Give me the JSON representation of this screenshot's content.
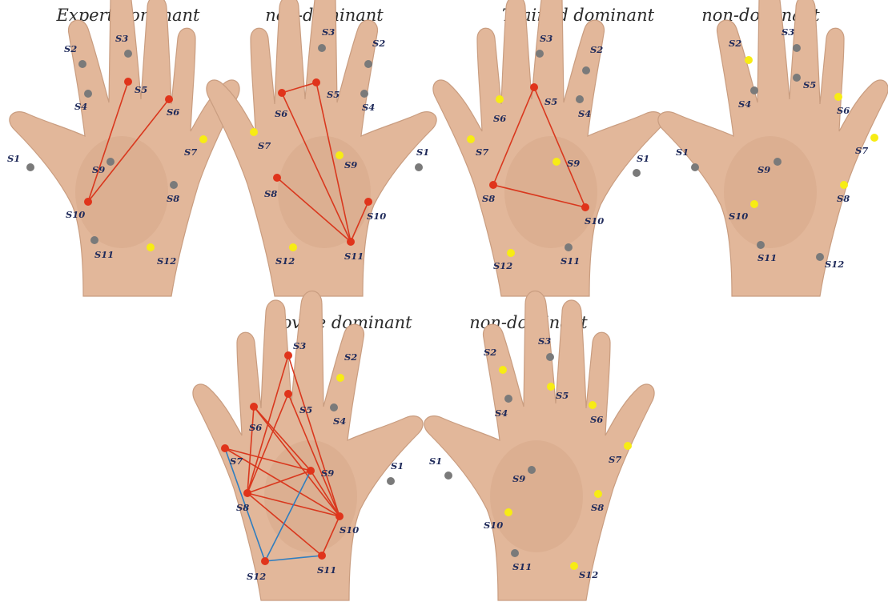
{
  "colors": {
    "active_sensor": "#e0341b",
    "inactive_sensor": "#7a7a7a",
    "highlight_sensor": "#f7ec14",
    "connection_red": "#d9381e",
    "connection_blue": "#2f7ec0",
    "label_text": "#1f2a5a"
  },
  "panels": [
    {
      "title": "Expert dominant",
      "sensors": [
        {
          "id": "S1",
          "state": "gray"
        },
        {
          "id": "S2",
          "state": "gray"
        },
        {
          "id": "S3",
          "state": "gray"
        },
        {
          "id": "S4",
          "state": "gray"
        },
        {
          "id": "S5",
          "state": "red"
        },
        {
          "id": "S6",
          "state": "red"
        },
        {
          "id": "S7",
          "state": "yellow"
        },
        {
          "id": "S8",
          "state": "gray"
        },
        {
          "id": "S9",
          "state": "gray"
        },
        {
          "id": "S10",
          "state": "red"
        },
        {
          "id": "S11",
          "state": "gray"
        },
        {
          "id": "S12",
          "state": "yellow"
        }
      ],
      "connections": [
        [
          "S10",
          "S5",
          "red"
        ],
        [
          "S10",
          "S6",
          "red"
        ]
      ]
    },
    {
      "title": "non-dominant",
      "sensors": [
        {
          "id": "S1",
          "state": "gray"
        },
        {
          "id": "S2",
          "state": "gray"
        },
        {
          "id": "S3",
          "state": "gray"
        },
        {
          "id": "S4",
          "state": "gray"
        },
        {
          "id": "S5",
          "state": "red"
        },
        {
          "id": "S6",
          "state": "red"
        },
        {
          "id": "S7",
          "state": "yellow"
        },
        {
          "id": "S8",
          "state": "red"
        },
        {
          "id": "S9",
          "state": "yellow"
        },
        {
          "id": "S10",
          "state": "red"
        },
        {
          "id": "S11",
          "state": "red"
        },
        {
          "id": "S12",
          "state": "yellow"
        }
      ],
      "connections": [
        [
          "S6",
          "S5",
          "red"
        ],
        [
          "S6",
          "S11",
          "red"
        ],
        [
          "S5",
          "S11",
          "red"
        ],
        [
          "S8",
          "S11",
          "red"
        ],
        [
          "S10",
          "S11",
          "red"
        ]
      ]
    },
    {
      "title": "Trained dominant",
      "sensors": [
        {
          "id": "S1",
          "state": "gray"
        },
        {
          "id": "S2",
          "state": "gray"
        },
        {
          "id": "S3",
          "state": "gray"
        },
        {
          "id": "S4",
          "state": "gray"
        },
        {
          "id": "S5",
          "state": "red"
        },
        {
          "id": "S6",
          "state": "yellow"
        },
        {
          "id": "S7",
          "state": "yellow"
        },
        {
          "id": "S8",
          "state": "red"
        },
        {
          "id": "S9",
          "state": "yellow"
        },
        {
          "id": "S10",
          "state": "red"
        },
        {
          "id": "S11",
          "state": "gray"
        },
        {
          "id": "S12",
          "state": "yellow"
        }
      ],
      "connections": [
        [
          "S5",
          "S8",
          "red"
        ],
        [
          "S5",
          "S10",
          "red"
        ],
        [
          "S8",
          "S10",
          "red"
        ]
      ]
    },
    {
      "title": "non-dominant",
      "sensors": [
        {
          "id": "S1",
          "state": "gray"
        },
        {
          "id": "S2",
          "state": "yellow"
        },
        {
          "id": "S3",
          "state": "gray"
        },
        {
          "id": "S4",
          "state": "gray"
        },
        {
          "id": "S5",
          "state": "gray"
        },
        {
          "id": "S6",
          "state": "yellow"
        },
        {
          "id": "S7",
          "state": "yellow"
        },
        {
          "id": "S8",
          "state": "yellow"
        },
        {
          "id": "S9",
          "state": "gray"
        },
        {
          "id": "S10",
          "state": "yellow"
        },
        {
          "id": "S11",
          "state": "gray"
        },
        {
          "id": "S12",
          "state": "gray"
        }
      ],
      "connections": []
    },
    {
      "title": "Novice dominant",
      "sensors": [
        {
          "id": "S1",
          "state": "gray"
        },
        {
          "id": "S2",
          "state": "yellow"
        },
        {
          "id": "S3",
          "state": "red"
        },
        {
          "id": "S4",
          "state": "gray"
        },
        {
          "id": "S5",
          "state": "red"
        },
        {
          "id": "S6",
          "state": "red"
        },
        {
          "id": "S7",
          "state": "red"
        },
        {
          "id": "S8",
          "state": "red"
        },
        {
          "id": "S9",
          "state": "red"
        },
        {
          "id": "S10",
          "state": "red"
        },
        {
          "id": "S11",
          "state": "red"
        },
        {
          "id": "S12",
          "state": "red"
        }
      ],
      "connections": [
        [
          "S3",
          "S8",
          "red"
        ],
        [
          "S3",
          "S10",
          "red"
        ],
        [
          "S5",
          "S8",
          "red"
        ],
        [
          "S5",
          "S10",
          "red"
        ],
        [
          "S6",
          "S9",
          "red"
        ],
        [
          "S6",
          "S10",
          "red"
        ],
        [
          "S6",
          "S8",
          "red"
        ],
        [
          "S7",
          "S9",
          "red"
        ],
        [
          "S7",
          "S10",
          "red"
        ],
        [
          "S8",
          "S9",
          "red"
        ],
        [
          "S8",
          "S10",
          "red"
        ],
        [
          "S8",
          "S11",
          "red"
        ],
        [
          "S9",
          "S10",
          "red"
        ],
        [
          "S10",
          "S11",
          "red"
        ],
        [
          "S7",
          "S12",
          "blue"
        ],
        [
          "S9",
          "S12",
          "blue"
        ],
        [
          "S12",
          "S11",
          "blue"
        ]
      ]
    },
    {
      "title": "non-dominant",
      "sensors": [
        {
          "id": "S1",
          "state": "gray"
        },
        {
          "id": "S2",
          "state": "yellow"
        },
        {
          "id": "S3",
          "state": "gray"
        },
        {
          "id": "S4",
          "state": "gray"
        },
        {
          "id": "S5",
          "state": "yellow"
        },
        {
          "id": "S6",
          "state": "yellow"
        },
        {
          "id": "S7",
          "state": "yellow"
        },
        {
          "id": "S8",
          "state": "yellow"
        },
        {
          "id": "S9",
          "state": "gray"
        },
        {
          "id": "S10",
          "state": "yellow"
        },
        {
          "id": "S11",
          "state": "gray"
        },
        {
          "id": "S12",
          "state": "yellow"
        }
      ],
      "connections": []
    }
  ]
}
